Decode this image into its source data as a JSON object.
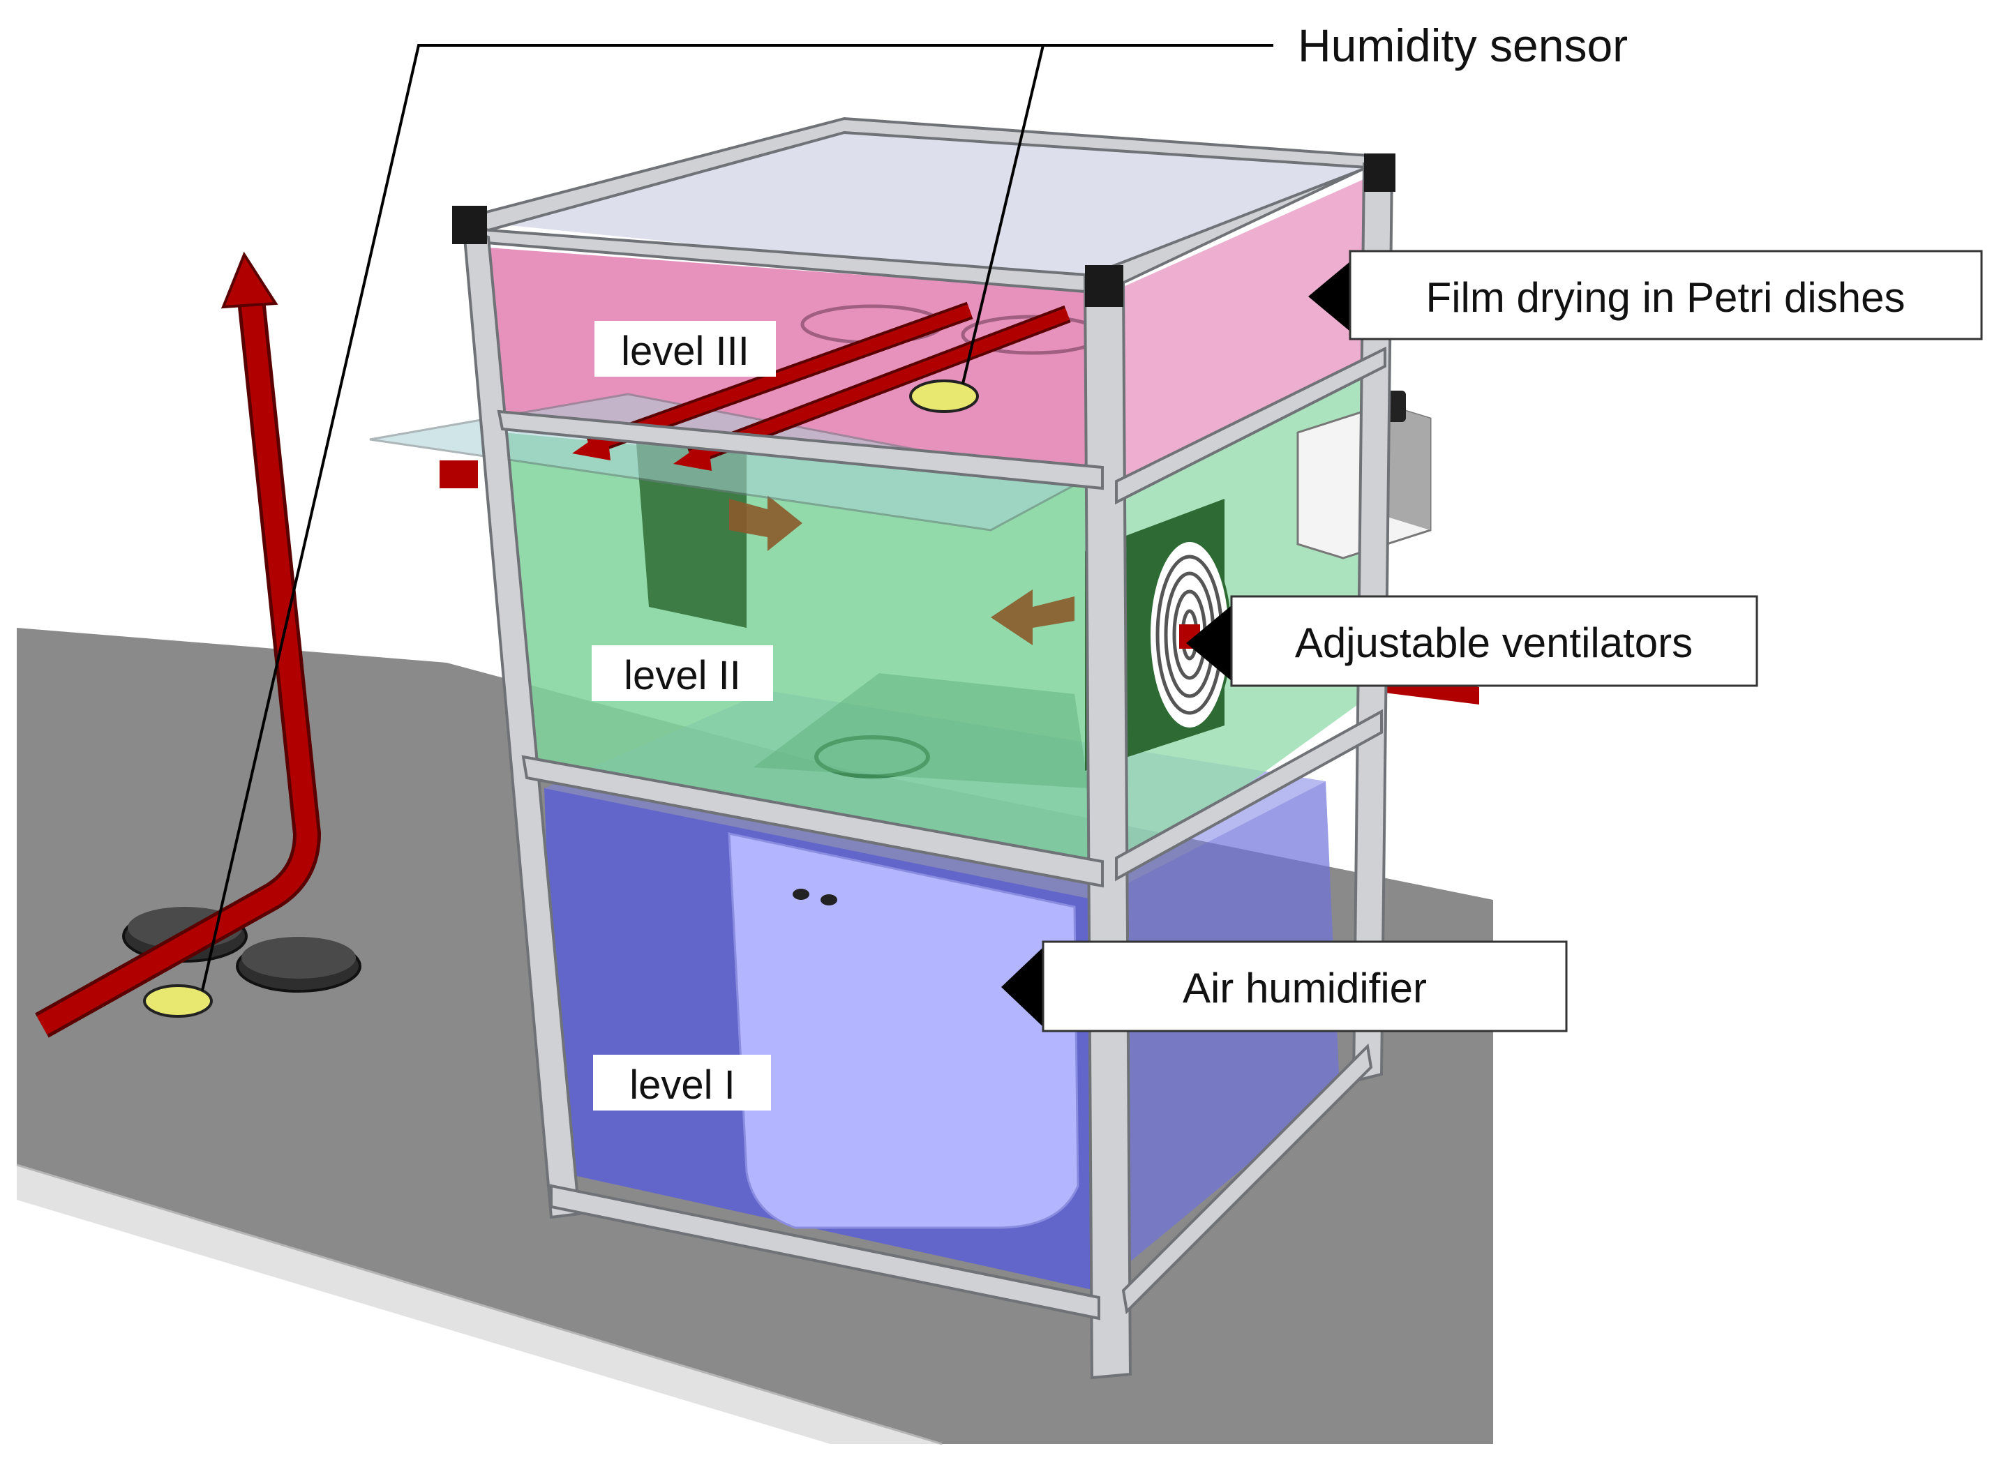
{
  "labels": {
    "humidity_sensor": "Humidity sensor",
    "film_drying": "Film drying in Petri dishes",
    "ventilators": "Adjustable ventilators",
    "humidifier": "Air humidifier",
    "level_3": "level III",
    "level_2": "level II",
    "level_1": "level I"
  },
  "colors": {
    "floor": "#8a8a8a",
    "floor_edge": "#e4e4e4",
    "frame": "#c9cbce",
    "frame_dark": "#7d8084",
    "level_3": "#e27fb2",
    "level_2": "#7fd49b",
    "level_1": "#5b5fd6",
    "humidifier": "#b3b5ff",
    "airflow_red": "#b00000",
    "airflow_brown": "#8b5a2b",
    "sensor": "#e8e870",
    "fan": "#2e6b34"
  },
  "icons": [
    "arrow-up-icon",
    "fan-icon",
    "sensor-icon",
    "petri-dish-icon"
  ]
}
